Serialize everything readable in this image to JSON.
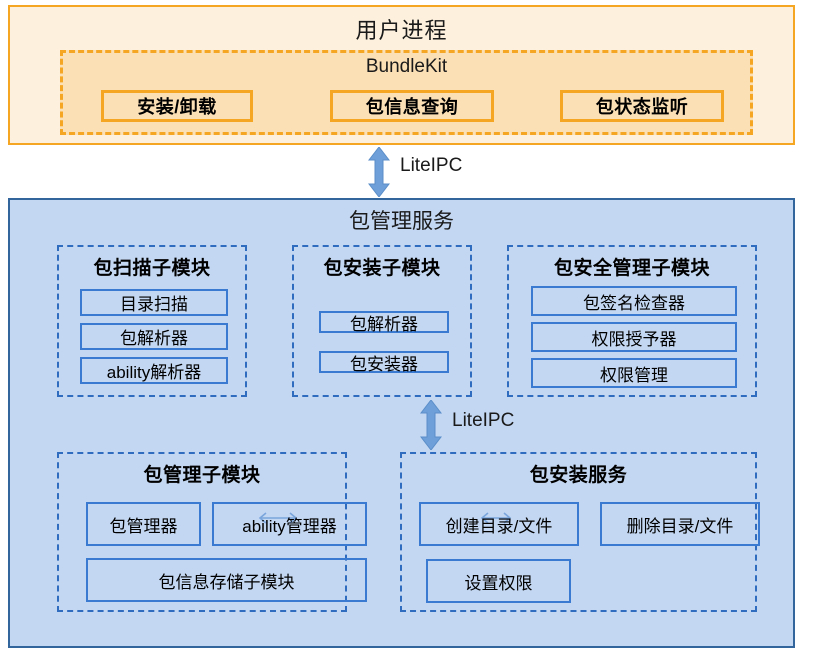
{
  "user_process": {
    "title": "用户进程",
    "bundlekit": {
      "title": "BundleKit",
      "buttons": [
        {
          "label": "安装/卸载"
        },
        {
          "label": "包信息查询"
        },
        {
          "label": "包状态监听"
        }
      ]
    }
  },
  "connectors": {
    "top_ipc_label": "LiteIPC",
    "mid_ipc_label": "LiteIPC"
  },
  "package_management_service": {
    "title": "包管理服务",
    "modules": [
      {
        "title": "包扫描子模块",
        "items": [
          {
            "label": "目录扫描"
          },
          {
            "label": "包解析器"
          },
          {
            "label": "ability解析器"
          }
        ]
      },
      {
        "title": "包安装子模块",
        "items": [
          {
            "label": "包解析器"
          },
          {
            "label": "包安装器"
          }
        ]
      },
      {
        "title": "包安全管理子模块",
        "items": [
          {
            "label": "包签名检查器"
          },
          {
            "label": "权限授予器"
          },
          {
            "label": "权限管理"
          }
        ]
      },
      {
        "title": "包管理子模块",
        "items": [
          {
            "label": "包管理器"
          },
          {
            "label": "ability管理器"
          },
          {
            "label": "包信息存储子模块"
          }
        ]
      },
      {
        "title": "包安装服务",
        "items": [
          {
            "label": "创建目录/文件"
          },
          {
            "label": "删除目录/文件"
          },
          {
            "label": "设置权限"
          }
        ]
      }
    ]
  },
  "colors": {
    "orange_border": "#f5a623",
    "orange_fill_outer": "#fdf0dc",
    "orange_fill_inner": "#fbdfb5",
    "blue_border": "#31659c",
    "blue_fill": "#c3d7f2",
    "blue_leaf_border": "#3a7ad0",
    "dashed_blue": "#2f6bbf",
    "arrow_blue": "#6699dd"
  }
}
